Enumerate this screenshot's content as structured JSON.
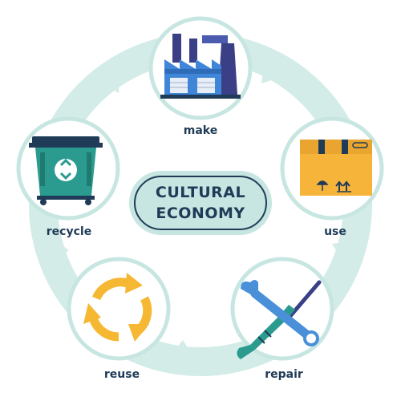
{
  "center": {
    "line1": "CULTURAL",
    "line2": "ECONOMY"
  },
  "steps": [
    {
      "id": "make",
      "label": "make",
      "icon": "factory-icon"
    },
    {
      "id": "use",
      "label": "use",
      "icon": "cardboard-box-icon"
    },
    {
      "id": "repair",
      "label": "repair",
      "icon": "wrench-screwdriver-icon"
    },
    {
      "id": "reuse",
      "label": "reuse",
      "icon": "circular-arrows-icon"
    },
    {
      "id": "recycle",
      "label": "recycle",
      "icon": "recycling-bin-icon"
    }
  ],
  "colors": {
    "ring": "#d3ece8",
    "circle_border": "#c7e6e2",
    "text": "#1f3b57",
    "factory_wall": "#3f86d8",
    "factory_roof": "#3b3f86",
    "box": "#f7b43b",
    "bin": "#2b9b8f",
    "arrows": "#f6b833",
    "tool_teal": "#2b9b8f",
    "tool_blue": "#4a90d9"
  }
}
